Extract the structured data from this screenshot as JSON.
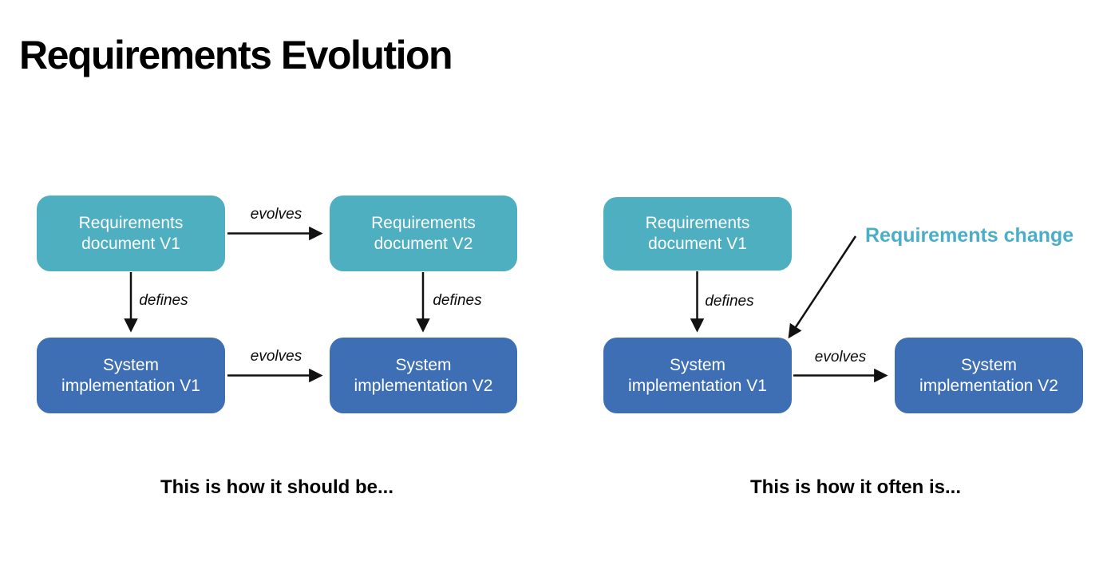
{
  "title": "Requirements Evolution",
  "colors": {
    "teal": "#4dafc0",
    "blue": "#3e6fb4",
    "annotation_teal": "#4aaec6",
    "arrow": "#111111"
  },
  "left_diagram": {
    "nodes": {
      "req_v1": {
        "line1": "Requirements",
        "line2": "document V1"
      },
      "req_v2": {
        "line1": "Requirements",
        "line2": "document V2"
      },
      "impl_v1": {
        "line1": "System",
        "line2": "implementation V1"
      },
      "impl_v2": {
        "line1": "System",
        "line2": "implementation V2"
      }
    },
    "edge_labels": {
      "top_evolves": "evolves",
      "left_defines": "defines",
      "right_defines": "defines",
      "bottom_evolves": "evolves"
    },
    "caption": "This is how it should be..."
  },
  "right_diagram": {
    "nodes": {
      "req_v1": {
        "line1": "Requirements",
        "line2": "document V1"
      },
      "impl_v1": {
        "line1": "System",
        "line2": "implementation V1"
      },
      "impl_v2": {
        "line1": "System",
        "line2": "implementation V2"
      }
    },
    "edge_labels": {
      "defines": "defines",
      "evolves": "evolves"
    },
    "annotation": "Requirements change",
    "caption": "This is how it often is..."
  }
}
